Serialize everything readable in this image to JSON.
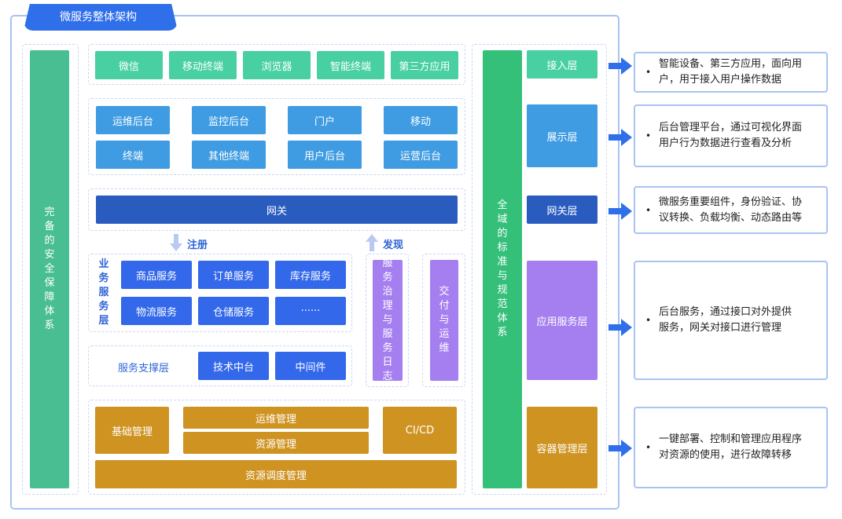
{
  "title": "微服务整体架构",
  "left_pillar": [
    "完",
    "备",
    "的",
    "安",
    "全",
    "保",
    "障",
    "体",
    "系"
  ],
  "right_pillar": [
    "全",
    "域",
    "的",
    "标",
    "准",
    "与",
    "规",
    "范",
    "体",
    "系"
  ],
  "access_row": [
    "微信",
    "移动终端",
    "浏览器",
    "智能终端",
    "第三方应用"
  ],
  "display_grid": [
    "运维后台",
    "监控后台",
    "门户",
    "移动",
    "终端",
    "其他终端",
    "用户后台",
    "运营后台"
  ],
  "gateway": "网关",
  "register_label": "注册",
  "discover_label": "发现",
  "biz_label": [
    "业",
    "务",
    "服",
    "务",
    "层"
  ],
  "biz_services": [
    "商品服务",
    "订单服务",
    "库存服务",
    "物流服务",
    "仓储服务",
    "······"
  ],
  "governance": [
    "服",
    "务",
    "治",
    "理",
    "与",
    "服",
    "务",
    "日",
    "志"
  ],
  "delivery": [
    "交",
    "付",
    "与",
    "运",
    "维"
  ],
  "support_label": "服务支撑层",
  "support_items": [
    "技术中台",
    "中间件"
  ],
  "infra": {
    "basic": "基础管理",
    "ops": "运维管理",
    "resource": "资源管理",
    "cicd": "CI/CD",
    "schedule": "资源调度管理"
  },
  "layers": [
    "接入层",
    "展示层",
    "网关层",
    "应用服务层",
    "容器管理层"
  ],
  "descriptions": [
    [
      "智能设备、第三方应用，面向用",
      "户，用于接入用户操作数据"
    ],
    [
      "后台管理平台，通过可视化界面",
      "用户行为数据进行查看及分析"
    ],
    [
      "微服务重要组件，身份验证、协",
      "议转换、负载均衡、动态路由等"
    ],
    [
      "后台服务，通过接口对外提供",
      "服务，网关对接口进行管理"
    ],
    [
      "一键部署、控制和管理应用程序",
      "对资源的使用，进行故障转移"
    ]
  ],
  "bullet": "•",
  "colors": {
    "teal": "#48d0a2",
    "green": "#35c07a",
    "sky": "#3f9ce2",
    "navy": "#2a5cc0",
    "royal": "#3368ea",
    "purple": "#a57ff0",
    "gold": "#cf9322",
    "title_tab": "#2f6fea",
    "arrow": "#2f6fea"
  }
}
